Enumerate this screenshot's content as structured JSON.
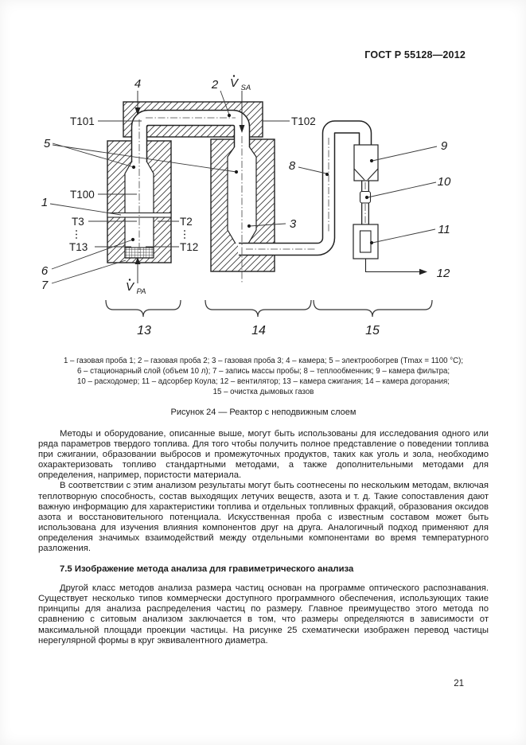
{
  "header": {
    "standard_code": "ГОСТ Р 55128—2012"
  },
  "figure": {
    "title": "Рисунок 24 — Реактор с неподвижным слоем",
    "caption_lines": [
      "1 – газовая проба 1; 2 – газовая проба 2; 3 – газовая проба 3; 4 – камера; 5 – электрообогрев (Tmax = 1100 °C);",
      "6 – стационарный слой (объем 10 л); 7 – запись массы пробы; 8 – теплообменник; 9 – камера фильтра;",
      "10 – расходомер; 11 – адсорбер Коула; 12 – вентилятор; 13 – камера сжигания; 14 – камера догорания;",
      "15 – очистка дымовых газов"
    ],
    "temp_labels": {
      "t101": "T101",
      "t102": "T102",
      "t100": "T100",
      "t3": "T3",
      "t2": "T2",
      "t13": "T13",
      "t12": "T12"
    },
    "number_labels": {
      "n1": "1",
      "n2": "2",
      "n3": "3",
      "n4": "4",
      "n5": "5",
      "n6": "6",
      "n7": "7",
      "n8": "8",
      "n9": "9",
      "n10": "10",
      "n11": "11",
      "n12": "12",
      "n13": "13",
      "n14": "14",
      "n15": "15"
    },
    "flow": {
      "v": "V",
      "sa": "SA",
      "pa": "PA"
    }
  },
  "body": {
    "p1": "Методы и оборудование, описанные выше, могут быть использованы для исследования одного или ряда параметров твердого топлива. Для того чтобы получить полное представление о поведении топлива при сжигании, образовании выбросов и промежуточных продуктов, таких как уголь и зола, необходимо охарактеризовать топливо стандартными методами, а также дополнительными методами для определения, например, пористости материала.",
    "p2": "В соответствии с этим анализом результаты могут быть соотнесены по нескольким методам, включая теплотворную способность, состав выходящих летучих веществ, азота и т. д. Такие сопоставления дают важную информацию для характеристики топлива и отдельных топливных фракций, образования оксидов азота и восстановительного потенциала. Искусственная проба с известным составом может быть использована для изучения влияния компонентов друг на друга. Аналогичный подход применяют для определения значимых взаимодействий между отдельными компонентами во время температурного разложения.",
    "heading": "7.5 Изображение метода анализа для гравиметрического анализа",
    "p3": "Другой класс методов анализа размера частиц основан на программе оптического распознавания. Существует несколько типов коммерчески доступного программного обеспечения, использующих такие принципы для анализа распределения частиц по размеру. Главное преимущество этого метода по сравнению с ситовым анализом заключается в том, что размеры определяются в зависимости от максимальной площади проекции частицы. На рисунке 25 схематически изображен перевод частицы нерегулярной формы в круг эквивалентного диаметра."
  },
  "footer": {
    "page_number": "21"
  }
}
